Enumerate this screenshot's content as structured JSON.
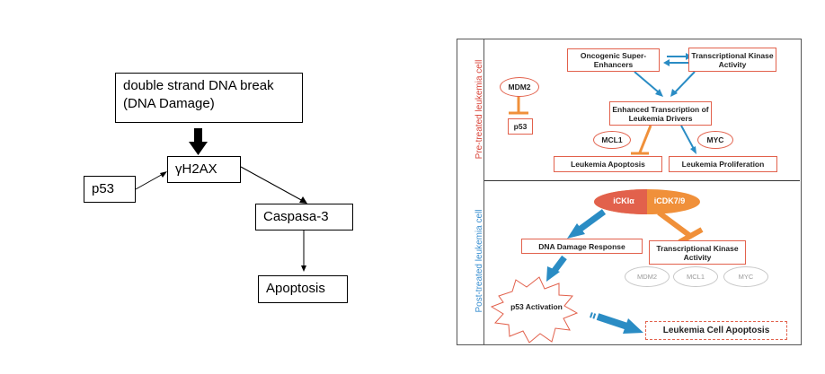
{
  "left_diagram": {
    "dsb_line1": "double strand DNA break",
    "dsb_line2": "(DNA Damage)",
    "h2ax": "γH2AX",
    "p53": "p53",
    "caspase": "Caspasa-3",
    "apoptosis": "Apoptosis"
  },
  "right_diagram": {
    "pre_label": "Pre-treated leukemia cell",
    "post_label": "Post-treated leukemia cell",
    "super_enhancers": "Oncogenic Super-Enhancers",
    "tx_kinase": "Transcriptional Kinase Activity",
    "mdm2": "MDM2",
    "p53": "p53",
    "enhanced_tx": "Enhanced Transcription of Leukemia Drivers",
    "mcl1": "MCL1",
    "myc": "MYC",
    "leuk_apoptosis": "Leukemia Apoptosis",
    "leuk_prolif": "Leukemia Proliferation",
    "icki": "iCKIα",
    "icdk": "iCDK7/9",
    "dna_damage_response": "DNA Damage Response",
    "tx_kinase_post": "Transcriptional Kinase Activity",
    "mdm2_grey": "MDM2",
    "mcl1_grey": "MCL1",
    "myc_grey": "MYC",
    "p53_activation": "p53 Activation",
    "cell_apoptosis": "Leukemia Cell Apoptosis"
  },
  "colors": {
    "red": "#e2614c",
    "blue": "#2a8cc4",
    "orange": "#f0903a",
    "pre_label": "#d9453a",
    "post_label": "#3a8fd0"
  }
}
